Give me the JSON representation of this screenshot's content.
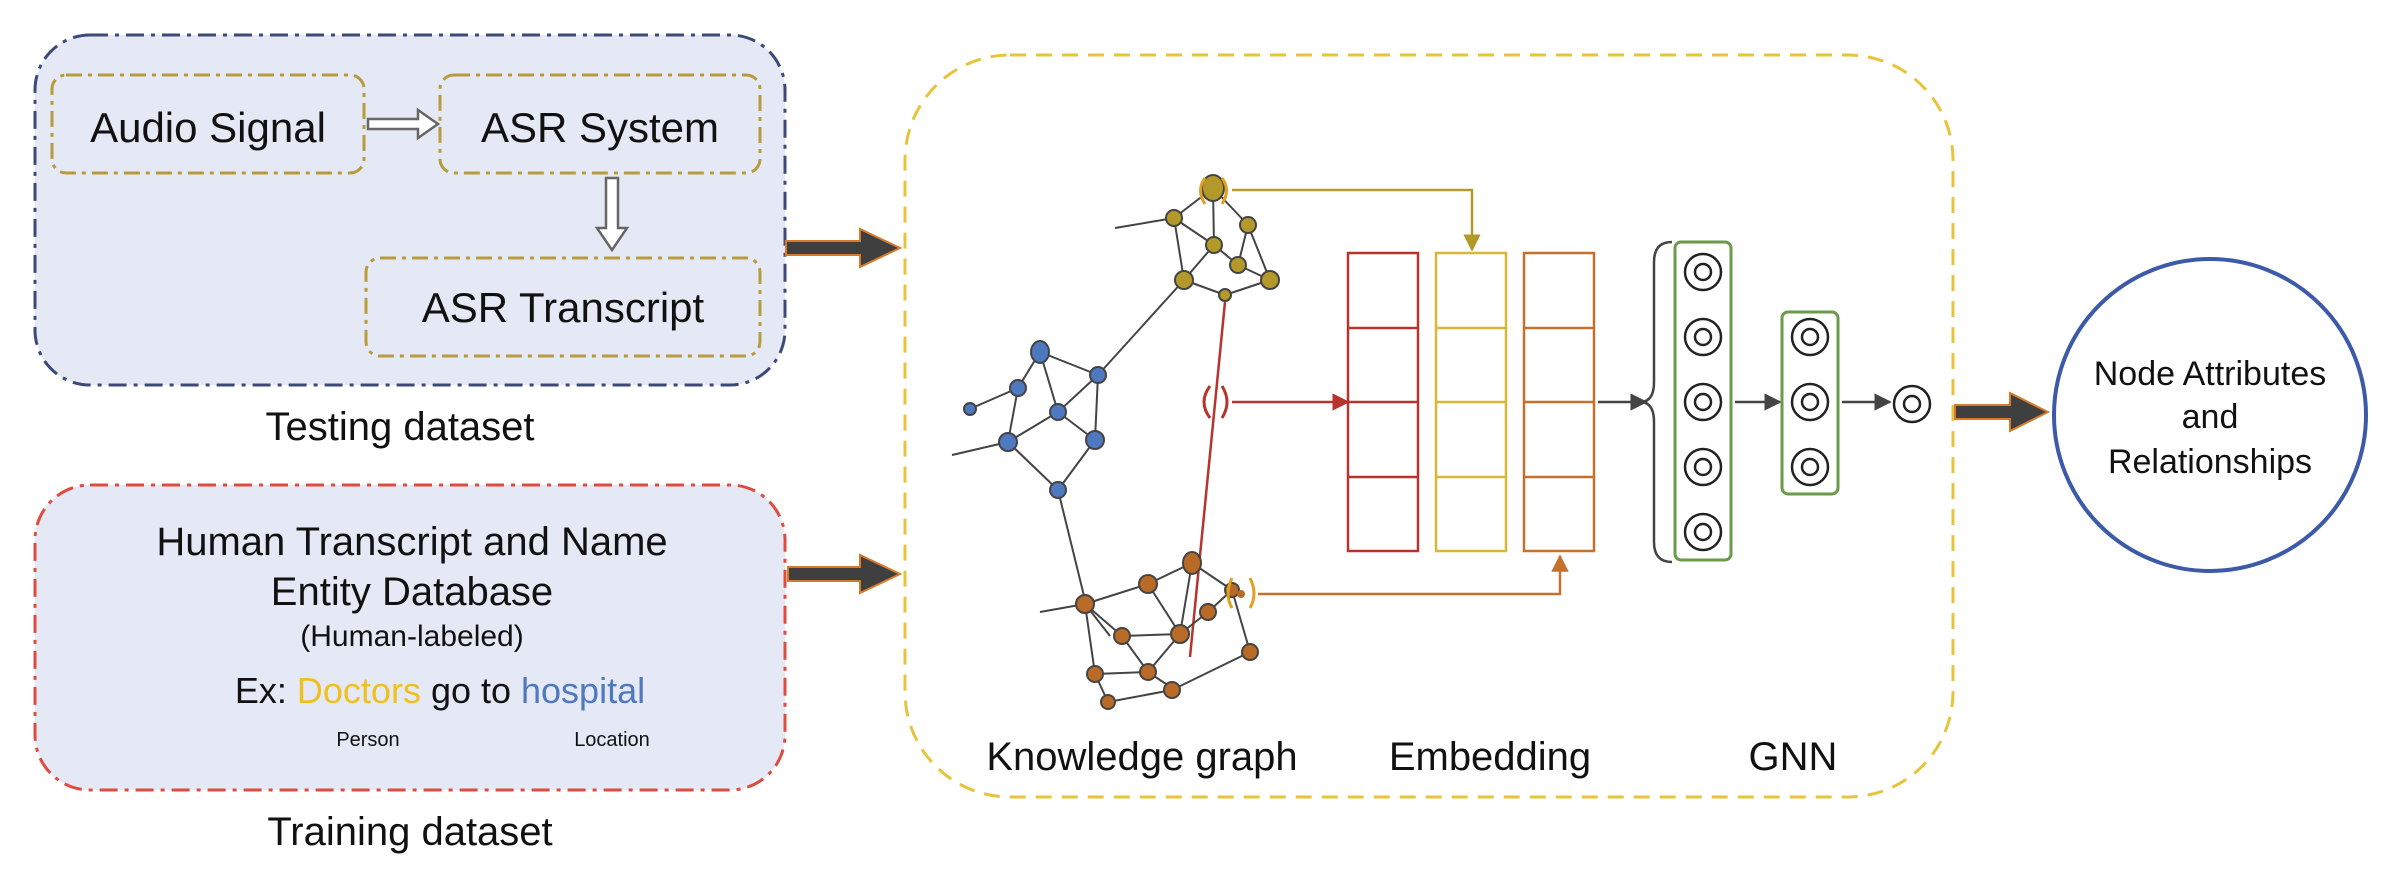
{
  "testing": {
    "audio_signal": "Audio Signal",
    "asr_system": "ASR System",
    "asr_transcript": "ASR Transcript",
    "caption": "Testing dataset"
  },
  "training": {
    "line1": "Human Transcript and Name",
    "line2": "Entity Database",
    "line3": "(Human-labeled)",
    "example_prefix": "Ex: ",
    "example_person": "Doctors",
    "example_mid": " go to ",
    "example_location": "hospital",
    "tag_person": "Person",
    "tag_location": "Location",
    "caption": "Training dataset"
  },
  "pipeline": {
    "knowledge_graph": "Knowledge graph",
    "embedding": "Embedding",
    "gnn": "GNN"
  },
  "output": {
    "line1": "Node Attributes",
    "line2": "and",
    "line3": "Relationships"
  },
  "colors": {
    "testing_border": "#3d4a78",
    "training_border": "#e04b3f",
    "panel_fill": "#e5e9f5",
    "inner_box_border": "#b89b3c",
    "pipeline_border": "#e8c43a",
    "person_color": "#f0c020",
    "location_color": "#4e78c0",
    "output_circle": "#3c5aa8",
    "gnn_border": "#6a9a4a",
    "arrow_fill": "#3f3f3f",
    "arrow_edge": "#d77a2a"
  }
}
